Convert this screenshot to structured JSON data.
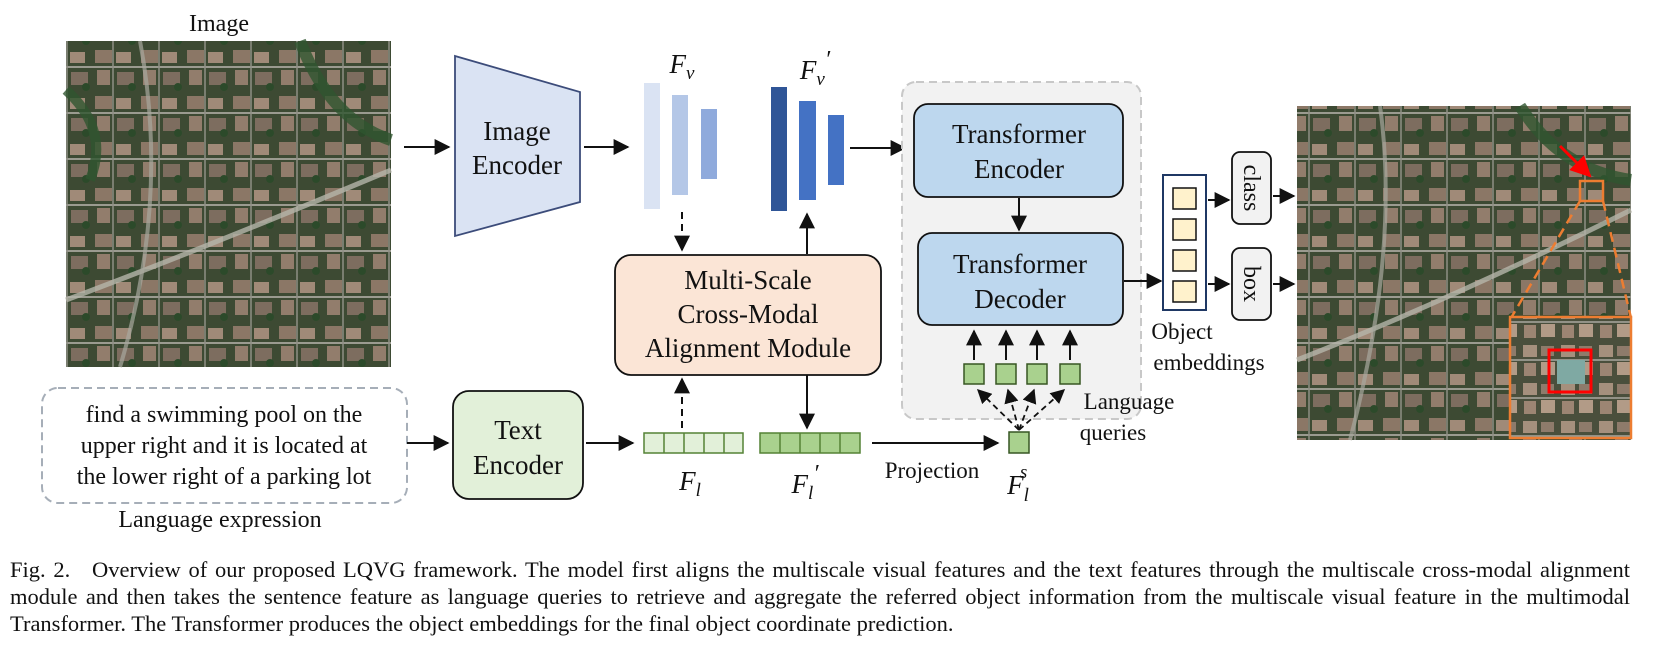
{
  "image_label": "Image",
  "image_encoder": [
    "Image",
    "Encoder"
  ],
  "fv": {
    "base": "F",
    "sub": "v"
  },
  "fv_prime": {
    "base": "F",
    "sub": "v",
    "prime": "′"
  },
  "transformer_encoder": [
    "Transformer",
    "Encoder"
  ],
  "transformer_decoder": [
    "Transformer",
    "Decoder"
  ],
  "alignment_module": [
    "Multi-Scale",
    "Cross-Modal",
    "Alignment Module"
  ],
  "text_encoder": [
    "Text",
    "Encoder"
  ],
  "expression": [
    "find a swimming pool on the",
    "upper right and it is located at",
    "the lower right of a parking lot"
  ],
  "expression_label": "Language expression",
  "fl": {
    "base": "F",
    "sub": "l"
  },
  "fl_prime": {
    "base": "F",
    "sub": "l",
    "prime": "′"
  },
  "projection": "Projection",
  "fls": {
    "base": "F",
    "sub": "l",
    "sup": "s"
  },
  "language_queries": [
    "Language",
    "queries"
  ],
  "object_embeddings": [
    "Object",
    "embeddings"
  ],
  "class_label": "class",
  "box_label": "box",
  "caption": {
    "fig": "Fig. 2.",
    "text": "Overview of our proposed LQVG framework. The model first aligns the multiscale visual features and the text features through the multiscale cross-modal alignment module and then takes the sentence feature as language queries to retrieve and aggregate the referred object information from the multiscale visual feature in the multimodal Transformer. The Transformer produces the object embeddings for the final object coordinate prediction."
  },
  "colors": {
    "encoder_fill": "#dae3f3",
    "transformer_fill": "#bdd7ee",
    "alignment_fill": "#fbe5d6",
    "text_encoder_fill": "#e2f0d9",
    "query_fill": "#a9d18e",
    "embedding_fill": "#fff2cc",
    "highlight_box": "#ff0000",
    "zoom_frame": "#ed7d31"
  }
}
